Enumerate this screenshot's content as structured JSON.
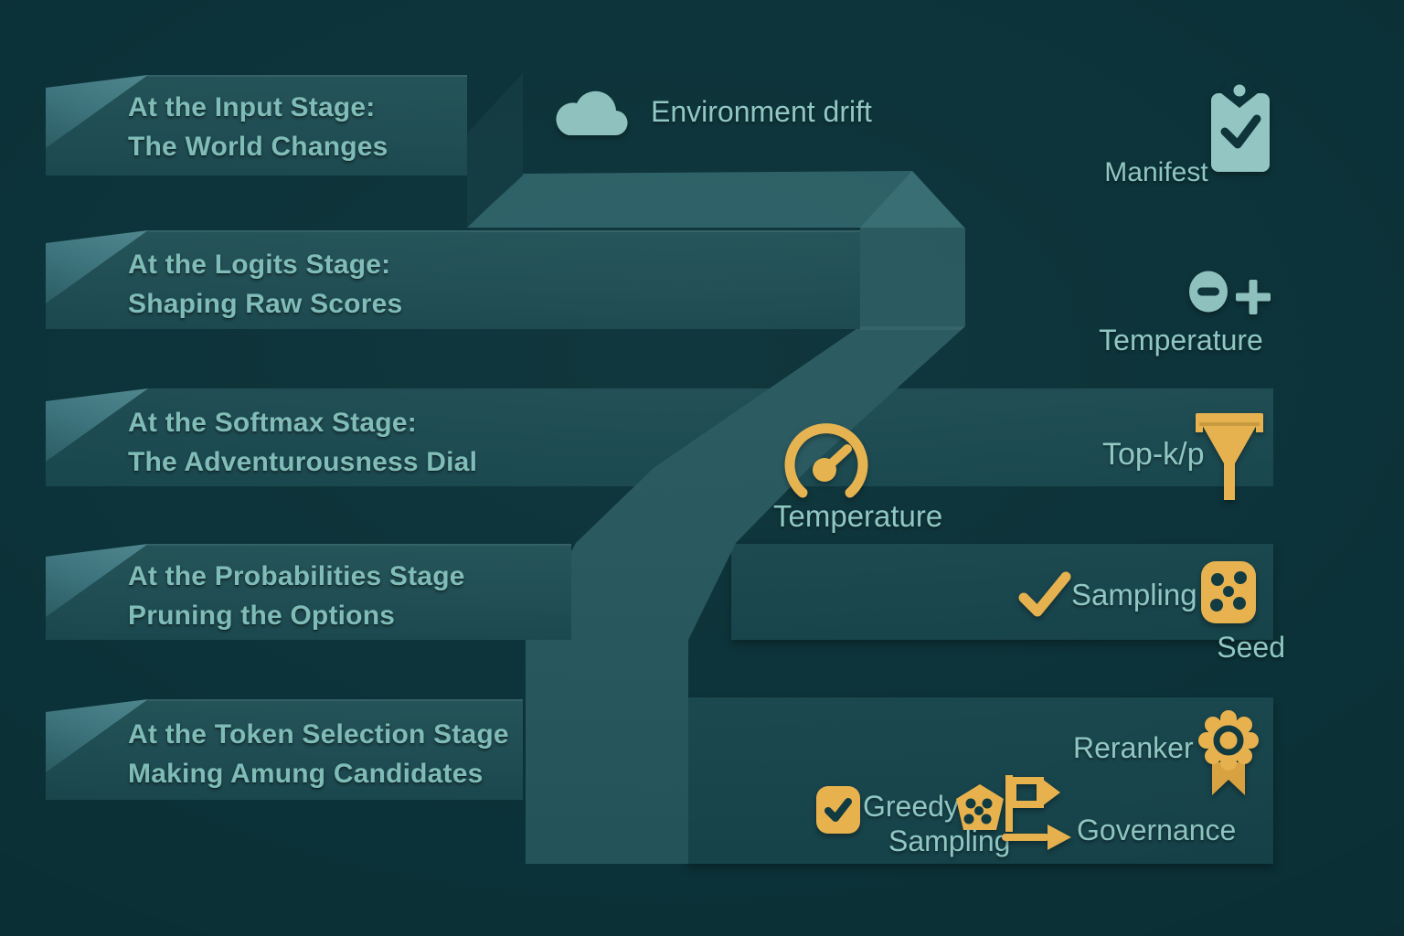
{
  "palette": {
    "background": "#0b3238",
    "banner_teal": "#215056",
    "panel_teal": "#17454c",
    "ribbon_teal": "#2a5c62",
    "fold_highlight": "#4f868e",
    "accent_gold": "#e7b24e",
    "label_teal": "#90c7c3",
    "title_teal": "#7fbcb7",
    "pip_dark": "#123b41"
  },
  "stages": [
    {
      "title1": "At the Input Stage:",
      "title2": "The World Changes"
    },
    {
      "title1": "At the Logits Stage:",
      "title2": "Shaping Raw Scores"
    },
    {
      "title1": "At the Softmax Stage:",
      "title2": "The Adventurousness Dial"
    },
    {
      "title1": "At the Probabilities Stage",
      "title2": "Pruning the Options"
    },
    {
      "title1": "At the Token Selection Stage",
      "title2": "Making Amung Candidates"
    }
  ],
  "labels": {
    "environment_drift": "Environment drift",
    "manifest": "Manifest",
    "temperature_logits": "Temperature",
    "temperature_softmax": "Temperature",
    "top_k_p": "Top-k/p",
    "sampling": "Sampling",
    "seed": "Seed",
    "reranker": "Reranker",
    "greedy": "Greedy",
    "greedy_sampling": "Sampling",
    "governance": "Governance"
  },
  "icons": [
    "cloud-icon",
    "clipboard-check-icon",
    "minus-circle-icon",
    "plus-icon",
    "gauge-icon",
    "funnel-icon",
    "check-icon",
    "dice-icon",
    "checkbox-check-icon",
    "pentagon-dice-icon",
    "signpost-arrow-icon",
    "arrow-right-icon",
    "rosette-award-icon"
  ]
}
